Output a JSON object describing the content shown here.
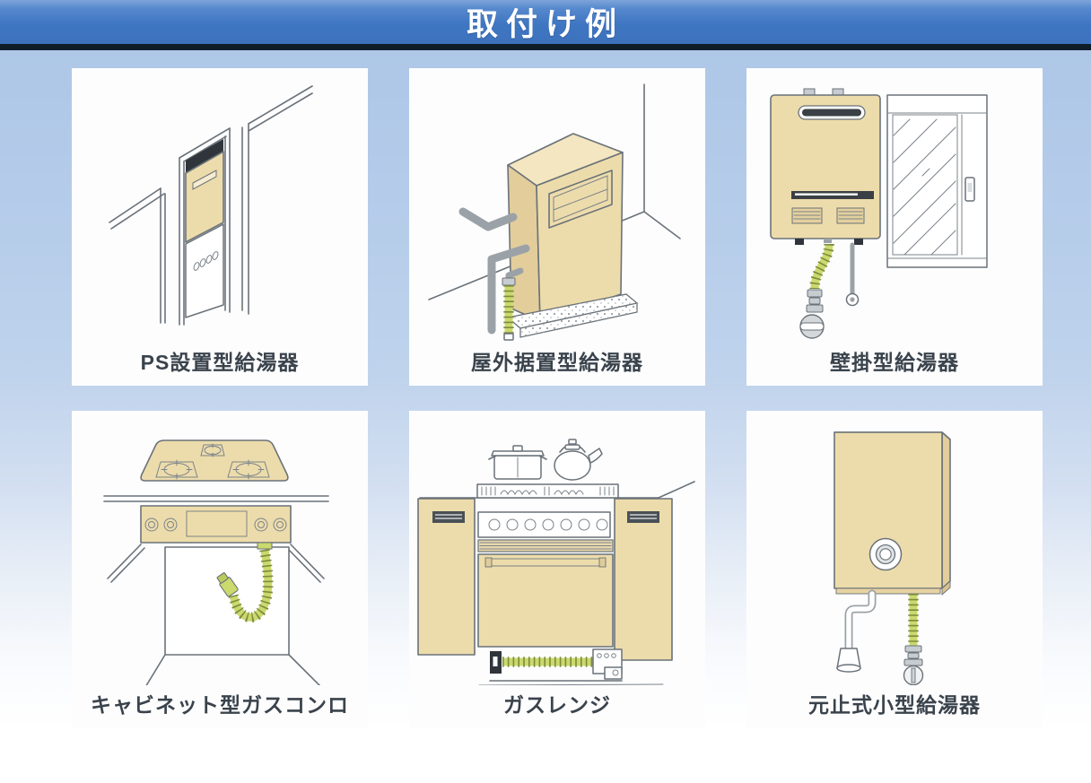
{
  "header": {
    "title": "取付け例"
  },
  "panels": [
    {
      "label": "PS設置型給湯器",
      "illustration": "pipe-shaft-water-heater"
    },
    {
      "label": "屋外据置型給湯器",
      "illustration": "outdoor-floor-standing-water-heater"
    },
    {
      "label": "壁掛型給湯器",
      "illustration": "wall-mounted-water-heater"
    },
    {
      "label": "キャビネット型ガスコンロ",
      "illustration": "cabinet-gas-stove"
    },
    {
      "label": "ガスレンジ",
      "illustration": "gas-range"
    },
    {
      "label": "元止式小型給湯器",
      "illustration": "single-point-compact-water-heater"
    }
  ],
  "colors": {
    "banner_blue": "#3f76c2",
    "banner_underline": "#0f1d29",
    "background_blue": "#b6cdea",
    "panel_white": "#fdfdfe",
    "appliance_beige": "#eddcab",
    "appliance_beige_shade": "#e2cd9b",
    "hose_green": "#cbd96d",
    "pipe_gray": "#9ba2a7",
    "label_text": "#3a434c"
  }
}
